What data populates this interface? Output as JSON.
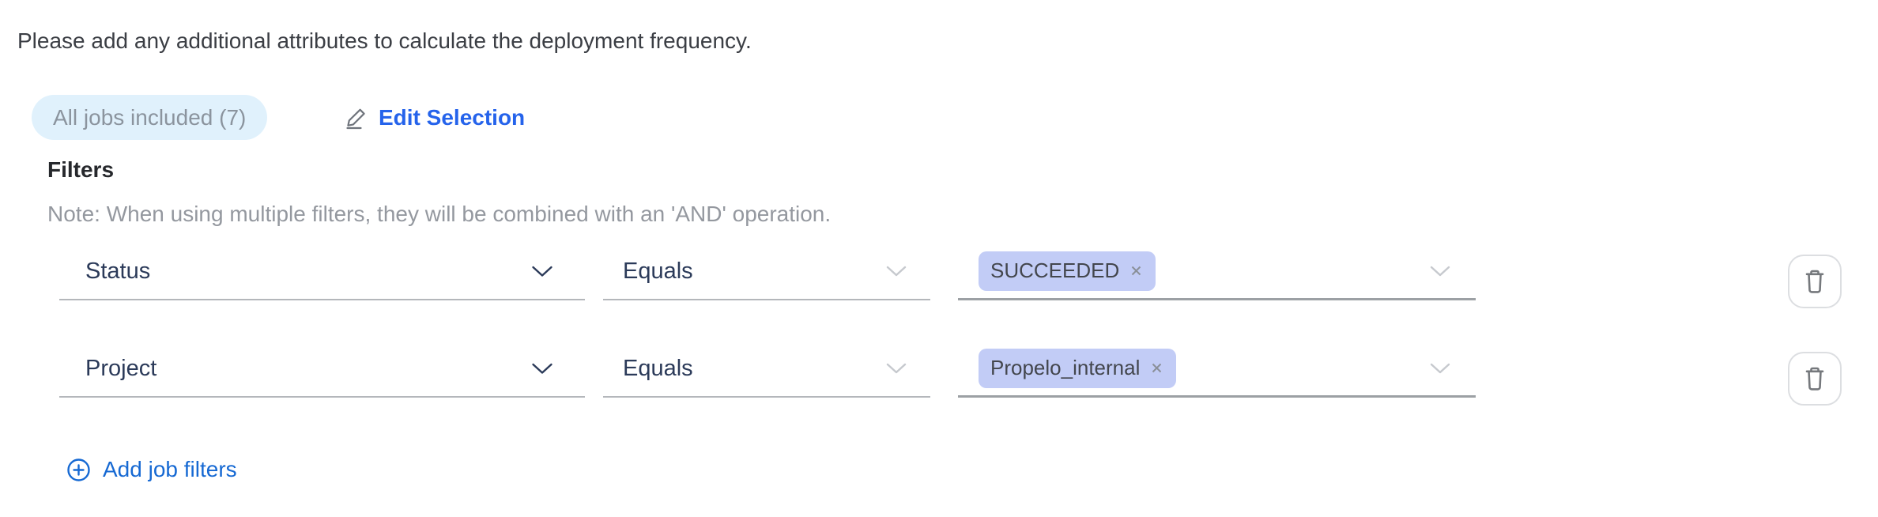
{
  "instruction": "Please add any additional attributes to calculate the deployment frequency.",
  "jobs": {
    "pill_label": "All jobs included (7)",
    "edit_label": "Edit Selection"
  },
  "filters": {
    "heading": "Filters",
    "note": "Note: When using multiple filters, they will be combined with an 'AND' operation.",
    "rows": [
      {
        "attribute": "Status",
        "operator": "Equals",
        "value": "SUCCEEDED"
      },
      {
        "attribute": "Project",
        "operator": "Equals",
        "value": "Propelo_internal"
      }
    ],
    "add_label": "Add job filters"
  },
  "icons": {
    "edit": "edit-pencil-icon",
    "chevron": "chevron-down-icon",
    "remove_value": "close-x-icon",
    "delete_row": "trash-icon",
    "add": "plus-circle-icon"
  },
  "colors": {
    "c-page-bg": "#ffffff",
    "c-text": "#3b3e44",
    "c-heading": "#26282c",
    "c-muted": "#94989f",
    "c-pill-bg": "#e0f1fc",
    "c-pill-text": "#8b949e",
    "c-navy": "#2b3a59",
    "c-edit-blue": "#2563eb",
    "c-add-blue": "#1669d3",
    "c-tag-bg": "#c2ccf6",
    "c-tag-text": "#43464d",
    "c-tag-x": "#8a8f98",
    "c-underline": "#b4b7bb",
    "c-underline-dark": "#9ca0a4",
    "c-chevron-muted": "#c6c9ce",
    "c-btn-border": "#dcdee1",
    "c-icon-gray": "#75787c"
  }
}
